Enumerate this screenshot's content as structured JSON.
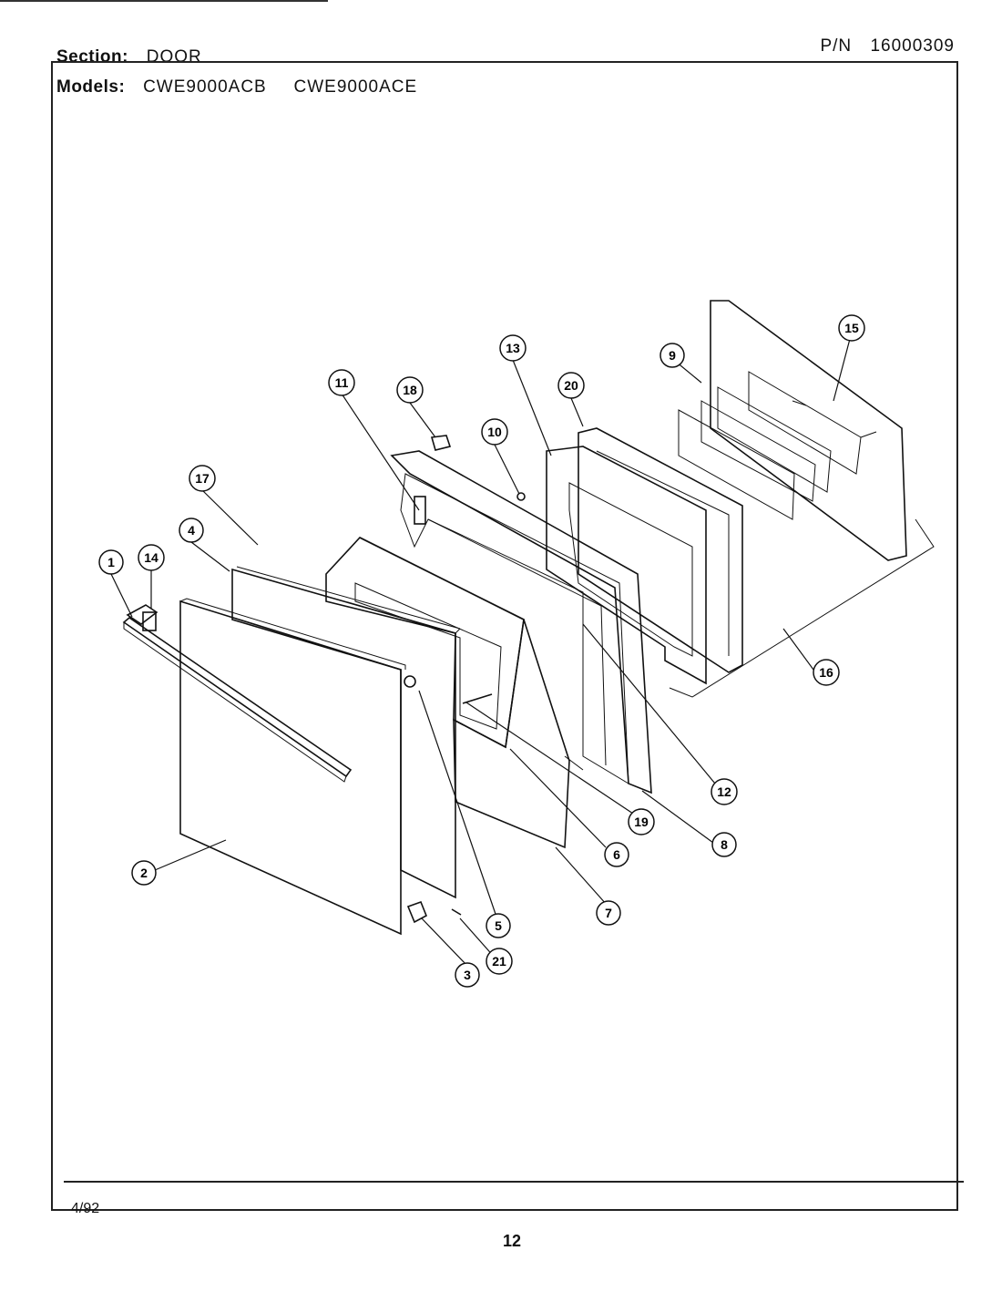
{
  "header": {
    "section_label": "Section:",
    "section_value": "DOOR",
    "models_label": "Models:",
    "models": [
      "CWE9000ACB",
      "CWE9000ACE"
    ],
    "pn_label": "P/N",
    "pn_value": "16000309"
  },
  "footer": {
    "date": "4/92",
    "page": "12"
  },
  "callouts": [
    "1",
    "2",
    "3",
    "4",
    "5",
    "6",
    "7",
    "8",
    "9",
    "10",
    "11",
    "12",
    "13",
    "14",
    "15",
    "16",
    "17",
    "18",
    "19",
    "20",
    "21"
  ]
}
